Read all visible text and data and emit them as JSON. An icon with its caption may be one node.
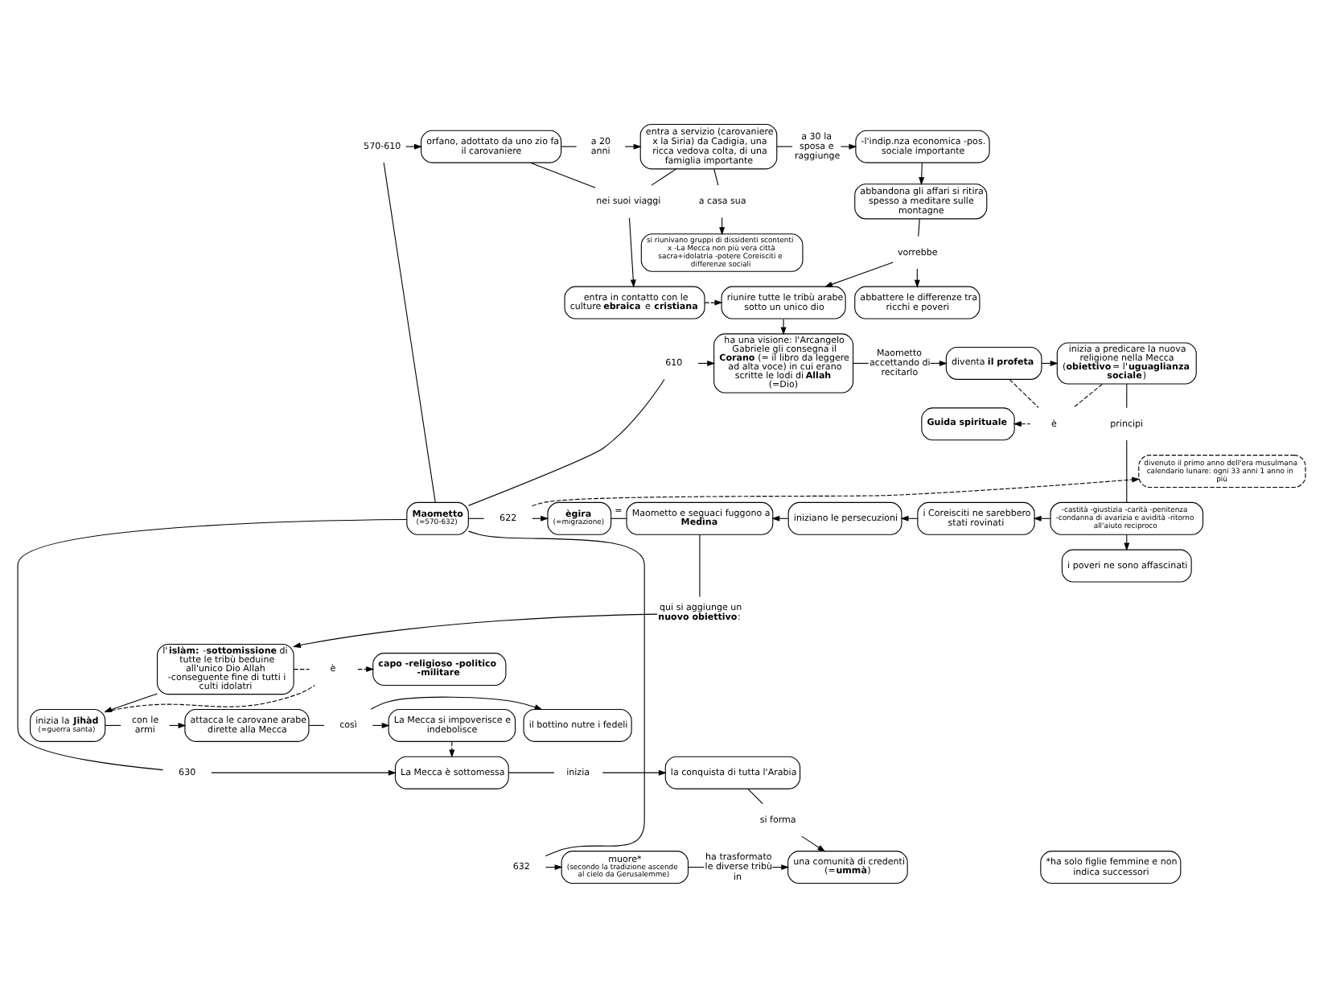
{
  "diagram": {
    "nodes": [
      {
        "text": [
          "Maometto",
          "(≈570-632)"
        ]
      },
      {
        "text": [
          "570-610"
        ]
      },
      {
        "text": [
          "orfano, adottato da uno zio fa il carovaniere"
        ]
      },
      {
        "text": [
          "a 20 anni"
        ]
      },
      {
        "text": [
          "entra a servizio (carovaniere x la Siria) da Cadigia, una ricca vedova colta, di una famiglia importante"
        ]
      },
      {
        "text": [
          "a 30 la sposa e raggiunge"
        ]
      },
      {
        "text": [
          "-l'indip.nza economica -pos. sociale importante"
        ]
      },
      {
        "text": [
          "abbandona gli affari si ritira spesso a meditare sulle montagne"
        ]
      },
      {
        "text": [
          "vorrebbe"
        ]
      },
      {
        "text": [
          "riunire tutte le tribù arabe sotto un unico dio"
        ]
      },
      {
        "text": [
          "abbattere le differenze tra ricchi e poveri"
        ]
      },
      {
        "text": [
          "nei suoi viaggi"
        ]
      },
      {
        "text": [
          "a casa sua"
        ]
      },
      {
        "text": [
          "si riunivano gruppi di dissidenti scontenti x -La Mecca non più vera città sacra+idolatria -potere Coreisciti e differenze sociali"
        ]
      },
      {
        "text": [
          "entra in contatto con le culture **ebraica** e **cristiana**"
        ]
      },
      {
        "text": [
          "610"
        ]
      },
      {
        "text": [
          "ha una visione: l'Arcangelo Gabriele gli consegna il **Corano** (= il libro da leggere ad alta voce) in cui erano scritte le lodi di **Allah** (=Dio)"
        ]
      },
      {
        "text": [
          "Maometto accettando di recitarlo"
        ]
      },
      {
        "text": [
          "diventa **il profeta**"
        ]
      },
      {
        "text": [
          "inizia a predicare la nuova religione nella Mecca (**obiettivo**= l'**uguaglianza sociale**)"
        ]
      },
      {
        "text": [
          "è"
        ]
      },
      {
        "text": [
          "Guida spirituale"
        ]
      },
      {
        "text": [
          "principi"
        ]
      },
      {
        "text": [
          "-castità -giustizia -carità -penitenza -condanna di avarizia e avidità -ritorno all'aiuto reciproco"
        ]
      },
      {
        "text": [
          "i Coreisciti ne sarebbero stati rovinati"
        ]
      },
      {
        "text": [
          "i poveri ne sono affascinati"
        ]
      },
      {
        "text": [
          "iniziano le persecuzioni"
        ]
      },
      {
        "text": [
          "622"
        ]
      },
      {
        "text": [
          "divenuto il primo anno dell'era musulmana calendario lunare: ogni 33 anni 1 anno in più"
        ]
      },
      {
        "text": [
          "ègira",
          "(=migrazione)"
        ]
      },
      {
        "text": [
          "Maometto e seguaci fuggono a **Medìna**"
        ]
      },
      {
        "text": [
          "qui si aggiunge un **nuovo obiettivo**:"
        ]
      },
      {
        "text": [
          "l'**islàm:** -**sottomissione** di tutte le tribù beduine all'unico Dio Allah -conseguente fine di tutti i culti idolatri"
        ]
      },
      {
        "text": [
          "è"
        ]
      },
      {
        "text": [
          "capo -religioso -politico -militare"
        ]
      },
      {
        "text": [
          "inizia la **Jihàd**",
          "(=guerra santa)"
        ]
      },
      {
        "text": [
          "con le armi"
        ]
      },
      {
        "text": [
          "attacca le carovane arabe dirette alla Mecca"
        ]
      },
      {
        "text": [
          "così"
        ]
      },
      {
        "text": [
          "il bottino nutre i fedeli"
        ]
      },
      {
        "text": [
          "La Mecca si impoverisce e indebolisce"
        ]
      },
      {
        "text": [
          "630"
        ]
      },
      {
        "text": [
          "La Mecca è sottomessa"
        ]
      },
      {
        "text": [
          "inizia"
        ]
      },
      {
        "text": [
          "la conquista di tutta l'Arabia"
        ]
      },
      {
        "text": [
          "si forma"
        ]
      },
      {
        "text": [
          "una comunità di credenti (=**ummà**)"
        ]
      },
      {
        "text": [
          "632"
        ]
      },
      {
        "text": [
          "muore*",
          "(secondo la tradizione ascende al cielo da Gerusalemme)"
        ]
      },
      {
        "text": [
          "ha trasformato le diverse tribù in"
        ]
      },
      {
        "text": [
          "*ha solo figlie femmine e non indica successori"
        ]
      }
    ],
    "edges": [
      {
        "from": 0,
        "to": 1,
        "arrow": "none"
      },
      {
        "from": 1,
        "to": 2,
        "arrow": "to"
      },
      {
        "from": 2,
        "to": 3,
        "arrow": "none"
      },
      {
        "from": 3,
        "to": 4,
        "arrow": "to"
      },
      {
        "from": 4,
        "to": 5,
        "arrow": "none"
      },
      {
        "from": 5,
        "to": 6,
        "arrow": "to"
      },
      {
        "from": 6,
        "to": 7,
        "arrow": "to"
      },
      {
        "from": 7,
        "to": 8,
        "arrow": "none"
      },
      {
        "from": 8,
        "to": 9,
        "arrow": "to"
      },
      {
        "from": 8,
        "to": 10,
        "arrow": "to"
      },
      {
        "from": 2,
        "to": 11,
        "arrow": "none"
      },
      {
        "from": 4,
        "to": 11,
        "arrow": "none"
      },
      {
        "from": 11,
        "to": 14,
        "arrow": "to"
      },
      {
        "from": 4,
        "to": 12,
        "arrow": "none"
      },
      {
        "from": 12,
        "to": 13,
        "arrow": "to"
      },
      {
        "from": 14,
        "to": 9,
        "arrow": "to",
        "style": "dashed"
      },
      {
        "from": 9,
        "to": 16,
        "arrow": "to"
      },
      {
        "from": 0,
        "to": 15,
        "arrow": "none"
      },
      {
        "from": 15,
        "to": 16,
        "arrow": "to"
      },
      {
        "from": 16,
        "to": 17,
        "arrow": "none"
      },
      {
        "from": 17,
        "to": 18,
        "arrow": "to"
      },
      {
        "from": 18,
        "to": 19,
        "arrow": "to"
      },
      {
        "from": 18,
        "to": 20,
        "arrow": "none",
        "style": "dashed"
      },
      {
        "from": 19,
        "to": 20,
        "arrow": "none",
        "style": "dashed"
      },
      {
        "from": 20,
        "to": 21,
        "arrow": "to",
        "style": "dashed"
      },
      {
        "from": 19,
        "to": 22,
        "arrow": "none"
      },
      {
        "from": 22,
        "to": 23,
        "arrow": "none"
      },
      {
        "from": 23,
        "to": 24,
        "arrow": "to"
      },
      {
        "from": 23,
        "to": 25,
        "arrow": "to"
      },
      {
        "from": 24,
        "to": 26,
        "arrow": "to"
      },
      {
        "from": 26,
        "to": 30,
        "arrow": "to"
      },
      {
        "from": 0,
        "to": 27,
        "arrow": "none"
      },
      {
        "from": 27,
        "to": 29,
        "arrow": "to"
      },
      {
        "from": 27,
        "to": 28,
        "arrow": "to",
        "style": "dashed"
      },
      {
        "from": 29,
        "to": 30,
        "arrow": "none",
        "label": "="
      },
      {
        "from": 30,
        "to": 31,
        "arrow": "none"
      },
      {
        "from": 31,
        "to": 32,
        "arrow": "to"
      },
      {
        "from": 32,
        "to": 33,
        "arrow": "none",
        "style": "dashed"
      },
      {
        "from": 35,
        "to": 33,
        "arrow": "none",
        "style": "dashed"
      },
      {
        "from": 33,
        "to": 34,
        "arrow": "to",
        "style": "dashed"
      },
      {
        "from": 32,
        "to": 35,
        "arrow": "to"
      },
      {
        "from": 35,
        "to": 36,
        "arrow": "none"
      },
      {
        "from": 36,
        "to": 37,
        "arrow": "to"
      },
      {
        "from": 37,
        "to": 38,
        "arrow": "none"
      },
      {
        "from": 38,
        "to": 39,
        "arrow": "to"
      },
      {
        "from": 38,
        "to": 40,
        "arrow": "to"
      },
      {
        "from": 40,
        "to": 42,
        "arrow": "to",
        "style": "dashed"
      },
      {
        "from": 0,
        "to": 41,
        "arrow": "none"
      },
      {
        "from": 41,
        "to": 42,
        "arrow": "to"
      },
      {
        "from": 42,
        "to": 43,
        "arrow": "none"
      },
      {
        "from": 43,
        "to": 44,
        "arrow": "to"
      },
      {
        "from": 44,
        "to": 45,
        "arrow": "none"
      },
      {
        "from": 45,
        "to": 46,
        "arrow": "to"
      },
      {
        "from": 0,
        "to": 47,
        "arrow": "none"
      },
      {
        "from": 47,
        "to": 48,
        "arrow": "to"
      },
      {
        "from": 48,
        "to": 49,
        "arrow": "none"
      },
      {
        "from": 49,
        "to": 46,
        "arrow": "to"
      }
    ]
  }
}
